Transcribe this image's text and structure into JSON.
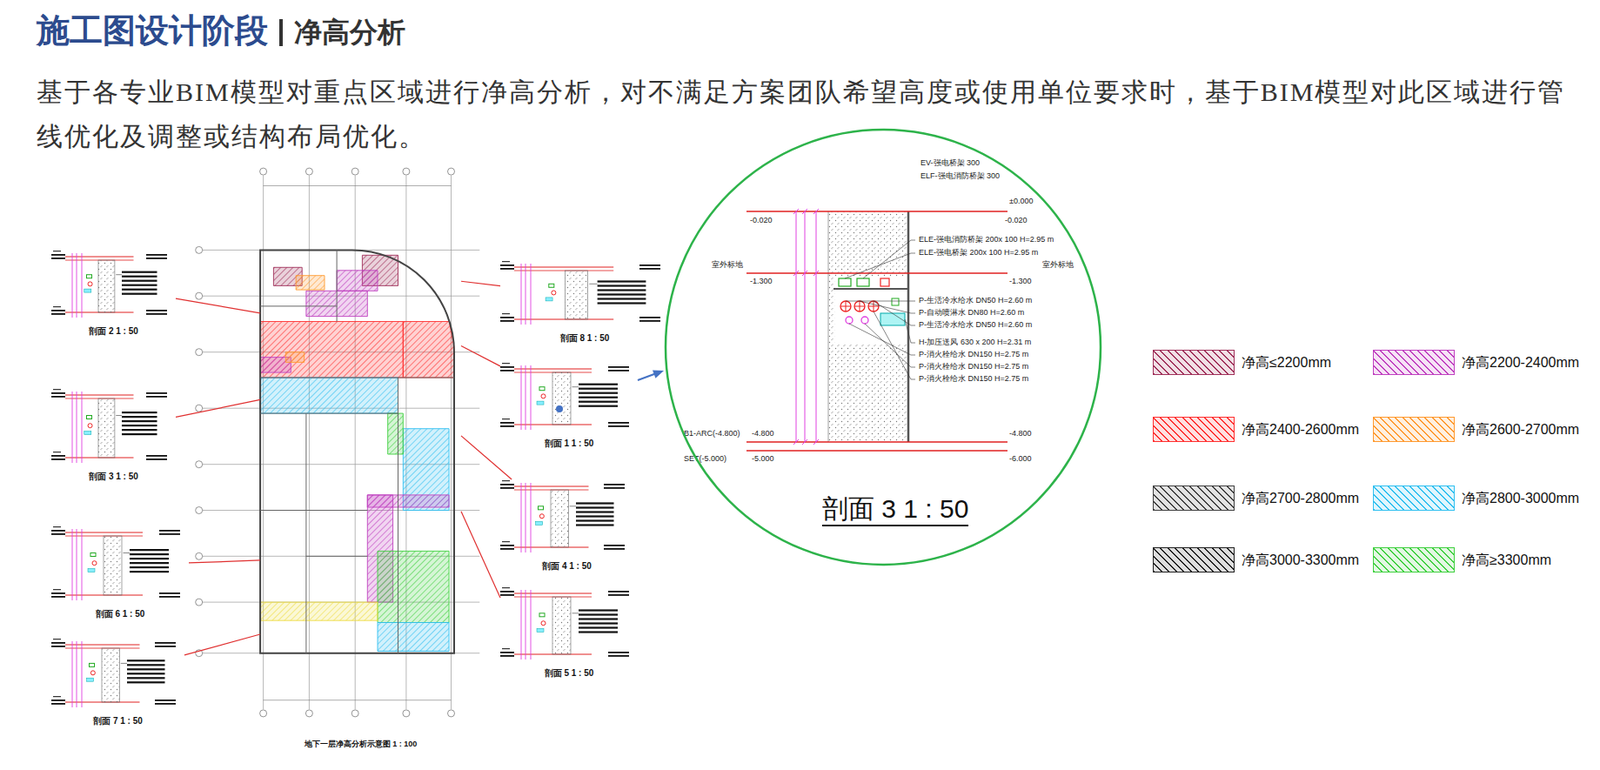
{
  "diagram": {
    "title": "施工图设计阶段",
    "nodes": [
      {
        "text": [
          "剖面 2 1 : 50"
        ]
      },
      {
        "text": [
          "剖面 3 1 : 50"
        ]
      },
      {
        "text": [
          "剖面 6 1 : 50"
        ]
      },
      {
        "text": [
          "剖面 7 1 : 50"
        ]
      },
      {
        "text": [
          "地下一层净高分析示意图 1 : 100"
        ]
      },
      {
        "text": [
          "剖面 8 1 : 50"
        ]
      },
      {
        "text": [
          "剖面 1 1 : 50"
        ]
      },
      {
        "text": [
          "剖面 4 1 : 50"
        ]
      },
      {
        "text": [
          "剖面 5 1 : 50"
        ]
      },
      {
        "text": [
          "剖面 3 1 : 50"
        ]
      }
    ],
    "edges": [
      {
        "from": 4,
        "to": 0,
        "arrow": "none"
      },
      {
        "from": 4,
        "to": 1,
        "arrow": "none"
      },
      {
        "from": 4,
        "to": 2,
        "arrow": "none"
      },
      {
        "from": 4,
        "to": 3,
        "arrow": "none"
      },
      {
        "from": 4,
        "to": 5,
        "arrow": "none"
      },
      {
        "from": 4,
        "to": 6,
        "arrow": "none"
      },
      {
        "from": 4,
        "to": 7,
        "arrow": "none"
      },
      {
        "from": 4,
        "to": 8,
        "arrow": "none"
      },
      {
        "from": 6,
        "to": 9,
        "arrow": "to"
      }
    ],
    "labels": [
      "净高分析",
      "基于各专业BIM模型对重点区域进行净高分析，对不满足方案团队希望高度或使用单位要求时，基于BIM模型对此区域进行管线优化及调整或结构布局优化。",
      "EV-强电桥架 300",
      "ELF-强电消防桥架 300",
      "±0.000",
      "-0.020",
      "-0.020",
      "ELE-强电消防桥架 200x 100 H=2.95 m",
      "ELE-强电桥架 200x 100 H=2.95 m",
      "室外标地",
      "-1.300",
      "室外标地",
      "-1.300",
      "P-生活冷水给水 DN50 H=2.60 m",
      "P-自动喷淋水 DN80 H=2.60 m",
      "P-生活冷水给水 DN50 H=2.60 m",
      "H-加压送风 630 x 200 H=2.31 m",
      "P-消火栓给水 DN150 H=2.75 m",
      "P-消火栓给水 DN150 H=2.75 m",
      "P-消火栓给水 DN150 H=2.75 m",
      "B1-ARC(-4.800)",
      "SET(-5.000)",
      "-4.800",
      "-5.000",
      "-4.800",
      "-6.000"
    ],
    "legend": [
      {
        "text": "净高≤2200mm",
        "color": "#a0305a"
      },
      {
        "text": "净高2200-2400mm",
        "color": "#c040c0"
      },
      {
        "text": "净高2400-2600mm",
        "color": "#ff3030"
      },
      {
        "text": "净高2600-2700mm",
        "color": "#ff9a30"
      },
      {
        "text": "净高2700-2800mm",
        "color": "#404040"
      },
      {
        "text": "净高2800-3000mm",
        "color": "#30c0f0"
      },
      {
        "text": "净高3000-3300mm",
        "color": "#202020"
      },
      {
        "text": "净高≥3300mm",
        "color": "#40d040"
      }
    ]
  }
}
